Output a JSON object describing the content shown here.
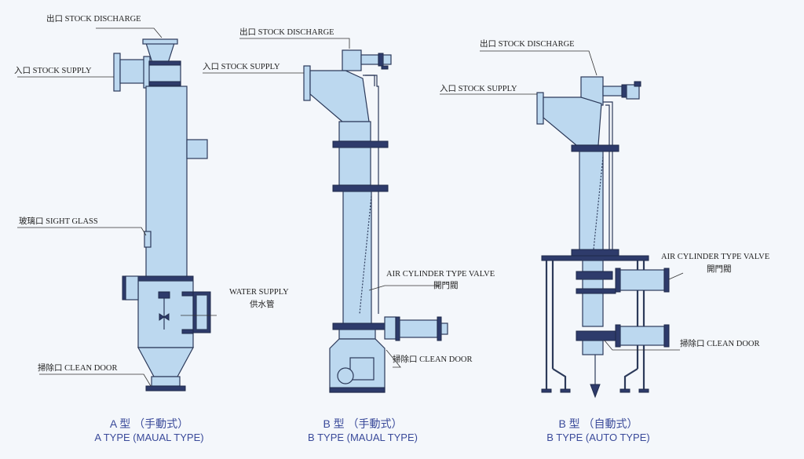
{
  "labels": {
    "a_stock_discharge": "出口 STOCK DISCHARGE",
    "a_stock_supply": "入口 STOCK SUPPLY",
    "a_sight_glass": "玻璃口 SIGHT GLASS",
    "a_water_supply_en": "WATER SUPPLY",
    "a_water_supply_zh": "供水管",
    "a_clean_door": "掃除口 CLEAN DOOR",
    "b_stock_discharge": "出口 STOCK DISCHARGE",
    "b_stock_supply": "入口 STOCK SUPPLY",
    "b_air_valve_en": "AIR CYLINDER TYPE VALVE",
    "b_air_valve_zh": "開門閥",
    "b_clean_door": "掃除口 CLEAN DOOR",
    "c_stock_discharge": "出口 STOCK DISCHARGE",
    "c_stock_supply": "入口 STOCK SUPPLY",
    "c_air_valve_en": "AIR CYLINDER TYPE VALVE",
    "c_air_valve_zh": "開門閥",
    "c_clean_door": "掃除口 CLEAN DOOR"
  },
  "captions": {
    "a_zh": "A 型 （手動式）",
    "a_en": "A TYPE (MAUAL TYPE)",
    "b_zh": "B 型 （手動式）",
    "b_en": "B TYPE (MAUAL TYPE)",
    "c_zh": "B 型 （自動式）",
    "c_en": "B TYPE (AUTO TYPE)"
  },
  "colors": {
    "body_fill": "#bcd8ef",
    "outline": "#2c3a5a",
    "caption": "#3a4a9a"
  }
}
